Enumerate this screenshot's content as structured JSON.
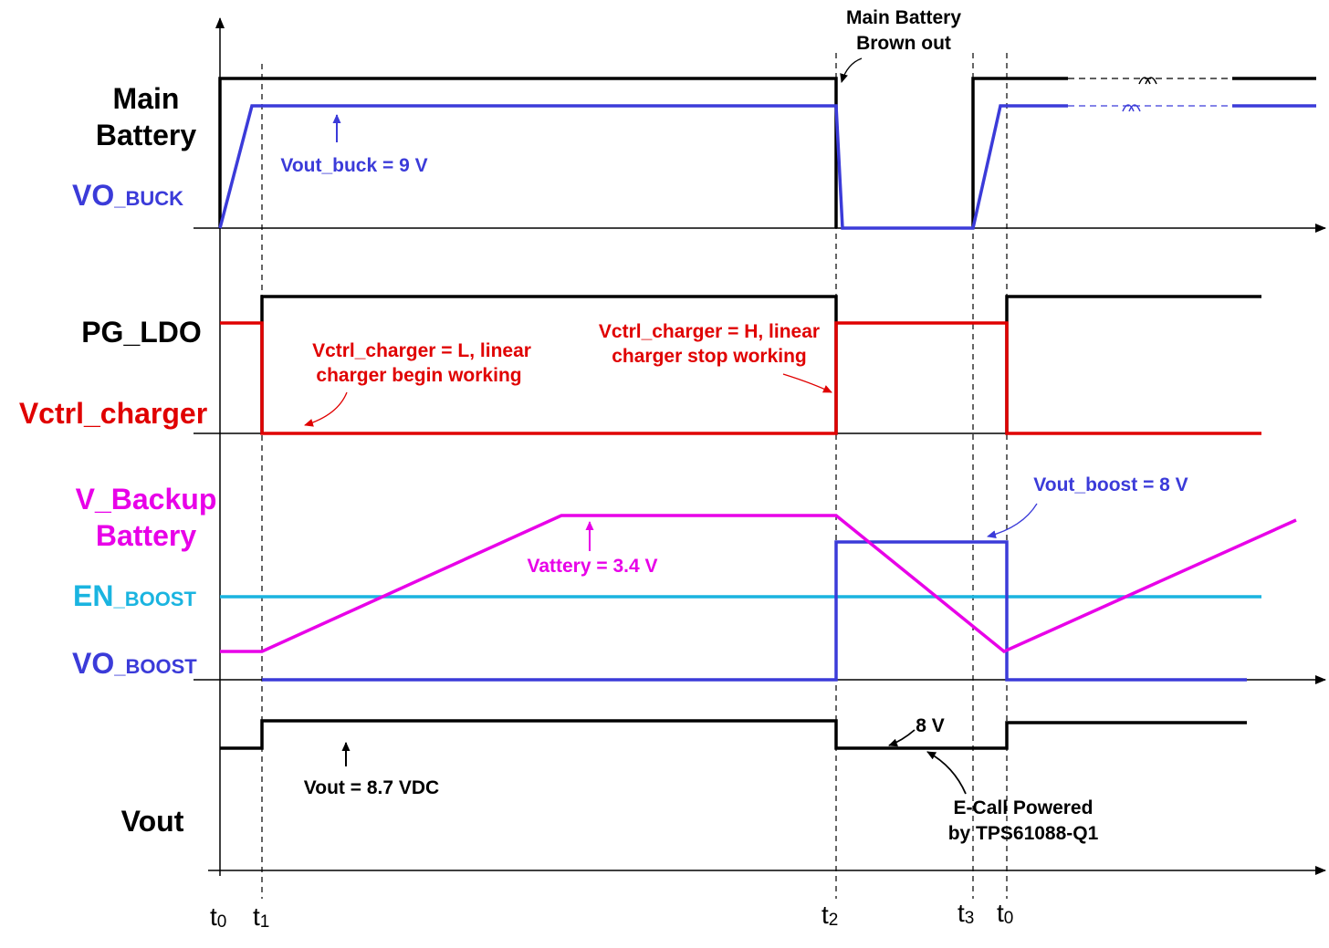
{
  "colors": {
    "main_battery": "#000000",
    "vo_buck": "#3b3bd9",
    "pg_ldo": "#000000",
    "vctrl_charger": "#e00000",
    "v_backup_battery": "#e800e8",
    "en_boost": "#1ab4e0",
    "vo_boost": "#3b3bd9",
    "vout": "#000000"
  },
  "signals": {
    "main_battery": {
      "line1": "Main",
      "line2": "Battery"
    },
    "vo_buck": {
      "main": "VO",
      "sub": "_BUCK"
    },
    "pg_ldo": "PG_LDO",
    "vctrl_charger": "Vctrl_charger",
    "v_backup": {
      "line1": "V_Backup",
      "line2": "Battery"
    },
    "en_boost": {
      "main": "EN",
      "sub": "_BOOST"
    },
    "vo_boost": {
      "main": "VO",
      "sub": "_BOOST"
    },
    "vout": "Vout"
  },
  "annotations": {
    "brownout": {
      "line1": "Main Battery",
      "line2": "Brown out"
    },
    "vout_buck": "Vout_buck = 9 V",
    "charger_begin": {
      "line1": "Vctrl_charger = L, linear",
      "line2": "charger begin working"
    },
    "charger_stop": {
      "line1": "Vctrl_charger = H, linear",
      "line2": "charger stop working"
    },
    "vout_boost": "Vout_boost = 8 V",
    "vattery": "Vattery = 3.4 V",
    "eight_v": "8 V",
    "vout_dc": "Vout = 8.7 VDC",
    "ecall": {
      "line1": "E-Call Powered",
      "line2": "by TPS61088-Q1"
    }
  },
  "time_markers": [
    {
      "base": "t",
      "sub": "0"
    },
    {
      "base": "t",
      "sub": "1"
    },
    {
      "base": "t",
      "sub": "2"
    },
    {
      "base": "t",
      "sub": "3"
    },
    {
      "base": "t",
      "sub": "0"
    }
  ]
}
